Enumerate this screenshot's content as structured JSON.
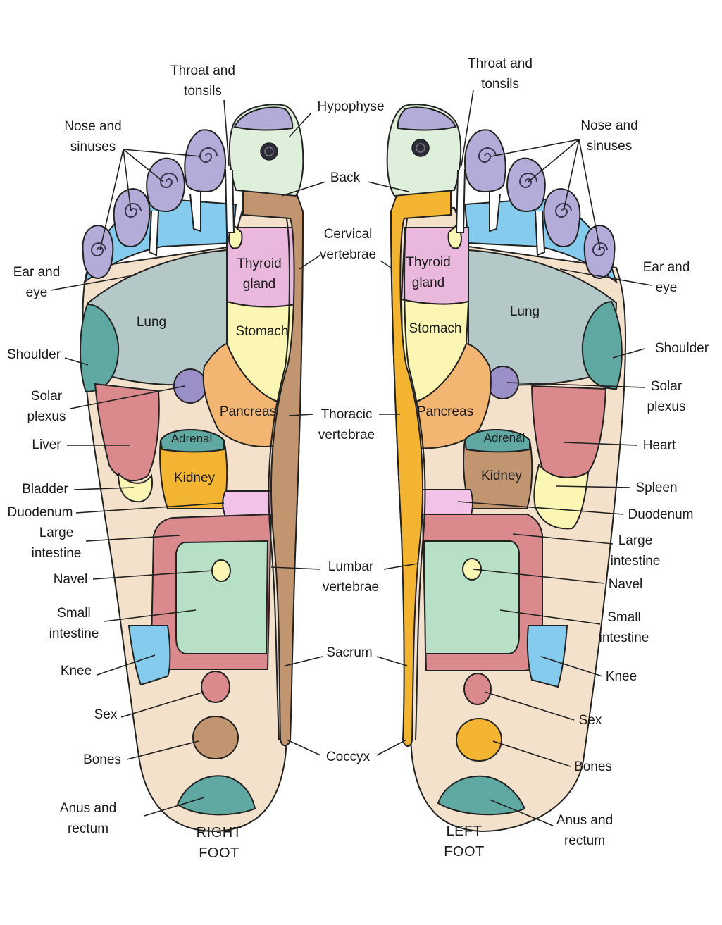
{
  "colors": {
    "outline": "#222222",
    "skin": "#f4e1cb",
    "toe_purple": "#b3acd8",
    "toe_gray": "#e9e9ea",
    "light_blue": "#84cbee",
    "lung_gray": "#b4c8c8",
    "teal": "#5fa9a2",
    "pink": "#e9b8dc",
    "light_yellow": "#fbf6b4",
    "orange": "#f2b672",
    "rose": "#da8a8c",
    "gold": "#f3b531",
    "brown": "#c29571",
    "mint": "#b8e0c6",
    "lavender_pink": "#f2c3e6",
    "hypophyse_green": "#deefdc",
    "solar_purple": "#9a8fc6"
  },
  "labels": {
    "right": {
      "throat": "Throat and\ntonsils",
      "nose": "Nose and\nsinuses",
      "ear": "Ear and\neye",
      "shoulder": "Shoulder",
      "solar": "Solar\nplexus",
      "liver": "Liver",
      "bladder": "Bladder",
      "duodenum": "Duodenum",
      "large_int": "Large\nintestine",
      "navel": "Navel",
      "small_int": "Small\nintestine",
      "knee": "Knee",
      "sex": "Sex",
      "bones": "Bones",
      "anus": "Anus and\nrectum"
    },
    "center": {
      "hypophyse": "Hypophyse",
      "back": "Back",
      "cervical": "Cervical\nvertebrae",
      "thoracic": "Thoracic\nvertebrae",
      "lumbar": "Lumbar\nvertebrae",
      "sacrum": "Sacrum",
      "coccyx": "Coccyx"
    },
    "left": {
      "throat": "Throat and\ntonsils",
      "nose": "Nose and\nsinuses",
      "ear": "Ear and\neye",
      "shoulder": "Shoulder",
      "solar": "Solar\nplexus",
      "heart": "Heart",
      "spleen": "Spleen",
      "duodenum": "Duodenum",
      "large_int": "Large\nintestine",
      "navel": "Navel",
      "small_int": "Small\nintestine",
      "knee": "Knee",
      "sex": "Sex",
      "bones": "Bones",
      "anus": "Anus and\nrectum"
    },
    "in_foot": {
      "lung": "Lung",
      "thyroid": "Thyroid\ngland",
      "stomach": "Stomach",
      "pancreas": "Pancreas",
      "adrenal": "Adrenal",
      "kidney": "Kidney",
      "stomach_l": "Stomach"
    }
  },
  "titles": {
    "right_foot": "RIGHT\nFOOT",
    "left_foot": "LEFT\nFOOT"
  }
}
